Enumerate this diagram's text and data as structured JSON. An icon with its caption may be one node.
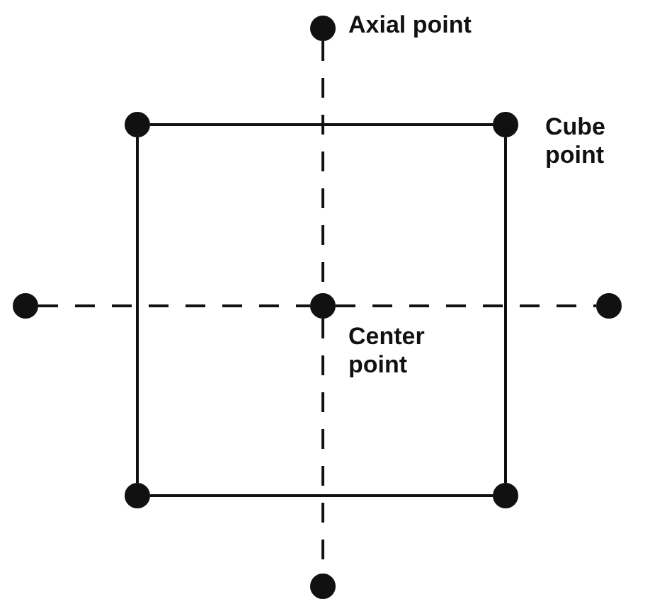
{
  "diagram": {
    "nodes": [
      {
        "text": [],
        "shape": "circle"
      },
      {
        "text": [],
        "shape": "circle"
      },
      {
        "text": [],
        "shape": "circle"
      },
      {
        "text": [],
        "shape": "circle"
      },
      {
        "text": [],
        "shape": "circle"
      },
      {
        "text": [],
        "shape": "circle"
      },
      {
        "text": [],
        "shape": "circle"
      },
      {
        "text": [],
        "shape": "circle"
      },
      {
        "text": [],
        "shape": "circle"
      }
    ],
    "edges": [
      {
        "from": 1,
        "to": 2,
        "arrow": "none"
      },
      {
        "from": 2,
        "to": 7,
        "arrow": "none"
      },
      {
        "from": 7,
        "to": 6,
        "arrow": "none"
      },
      {
        "from": 6,
        "to": 1,
        "arrow": "none"
      },
      {
        "from": 0,
        "to": 4,
        "arrow": "none",
        "style": "dashed"
      },
      {
        "from": 4,
        "to": 8,
        "arrow": "none",
        "style": "dashed"
      },
      {
        "from": 3,
        "to": 4,
        "arrow": "none",
        "style": "dashed"
      },
      {
        "from": 4,
        "to": 5,
        "arrow": "none",
        "style": "dashed"
      }
    ],
    "labels": [
      "Axial point",
      "Cube point",
      "Center point"
    ]
  }
}
